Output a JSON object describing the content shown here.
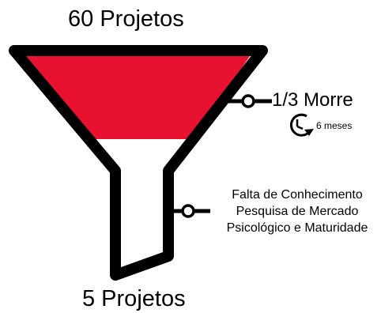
{
  "funnel": {
    "top_label": "60 Projetos",
    "bottom_label": "5 Projetos",
    "fill_color": "#e8112f",
    "outline_color": "#000000"
  },
  "annotations": {
    "stage1": {
      "label": "1/3 Morre",
      "duration": "6 meses",
      "icon": "clock-icon"
    },
    "stage2": {
      "lines": [
        "Falta de Conhecimento",
        "Pesquisa de Mercado",
        "Psicológico e Maturidade"
      ]
    }
  }
}
